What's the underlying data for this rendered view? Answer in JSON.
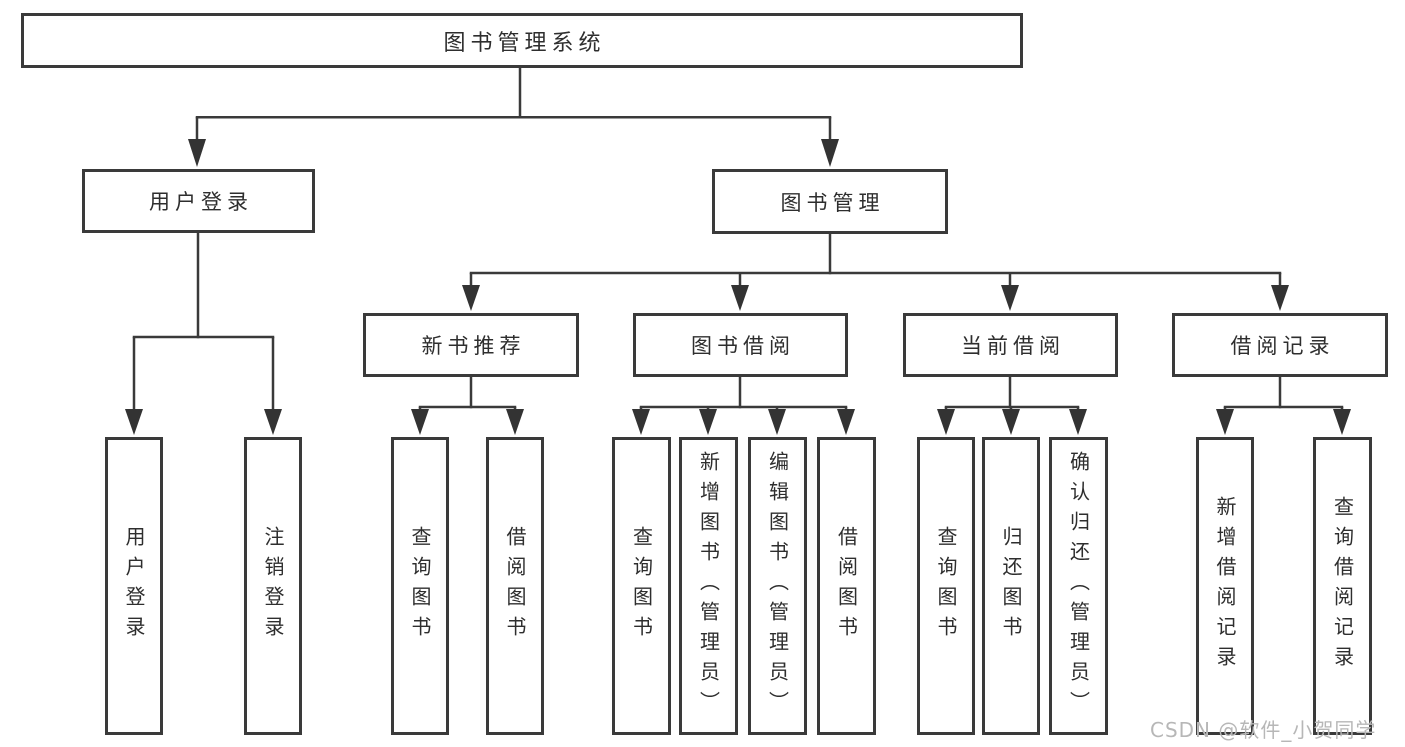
{
  "colors": {
    "background": "#ffffff",
    "box_border": "#3a3a3a",
    "connector_line": "#3a3a3a",
    "arrowhead": "#333333",
    "text": "#2e2e2e",
    "watermark": "#b7b7b7"
  },
  "watermark": {
    "text": "CSDN @软件_小贺同学"
  },
  "nodes": {
    "root": {
      "label": "图书管理系统"
    },
    "user_login": {
      "label": "用户登录"
    },
    "book_mgmt": {
      "label": "图书管理"
    },
    "new_books": {
      "label": "新书推荐"
    },
    "borrow": {
      "label": "图书借阅"
    },
    "current": {
      "label": "当前借阅"
    },
    "records": {
      "label": "借阅记录"
    },
    "leaf_user_login": {
      "label": "用户登录"
    },
    "leaf_logout": {
      "label": "注销登录"
    },
    "leaf_nb_query": {
      "label": "查询图书"
    },
    "leaf_nb_borrow": {
      "label": "借阅图书"
    },
    "leaf_bw_query": {
      "label": "查询图书"
    },
    "leaf_bw_add": {
      "label": "新增图书（管理员）"
    },
    "leaf_bw_edit": {
      "label": "编辑图书（管理员）"
    },
    "leaf_bw_borrow": {
      "label": "借阅图书"
    },
    "leaf_cur_query": {
      "label": "查询图书"
    },
    "leaf_cur_return": {
      "label": "归还图书"
    },
    "leaf_cur_confirm": {
      "label": "确认归还（管理员）"
    },
    "leaf_rec_add": {
      "label": "新增借阅记录"
    },
    "leaf_rec_query": {
      "label": "查询借阅记录"
    }
  },
  "hierarchy": {
    "图书管理系统": {
      "用户登录": [
        "用户登录",
        "注销登录"
      ],
      "图书管理": {
        "新书推荐": [
          "查询图书",
          "借阅图书"
        ],
        "图书借阅": [
          "查询图书",
          "新增图书（管理员）",
          "编辑图书（管理员）",
          "借阅图书"
        ],
        "当前借阅": [
          "查询图书",
          "归还图书",
          "确认归还（管理员）"
        ],
        "借阅记录": [
          "新增借阅记录",
          "查询借阅记录"
        ]
      }
    }
  }
}
